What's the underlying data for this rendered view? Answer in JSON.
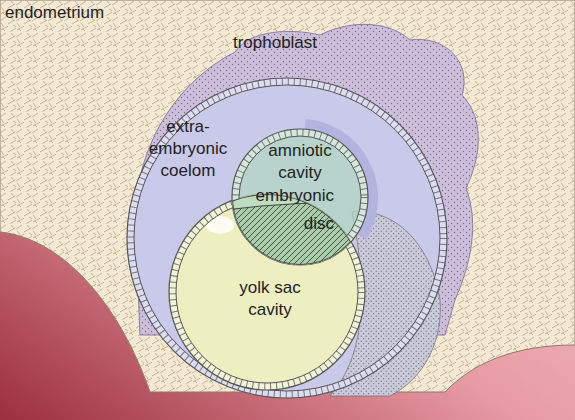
{
  "diagram": {
    "nodes": [
      {
        "text": [
          "endometrium"
        ]
      },
      {
        "text": [
          "trophoblast"
        ],
        "in": 0
      },
      {
        "text": [
          "extra- embryonic coelom"
        ],
        "in": 1
      },
      {
        "text": [
          "amniotic cavity"
        ],
        "in": 2
      },
      {
        "text": [
          "embryonic disc"
        ],
        "in": 2
      },
      {
        "text": [
          "yolk sac cavity"
        ],
        "in": 2
      }
    ]
  }
}
